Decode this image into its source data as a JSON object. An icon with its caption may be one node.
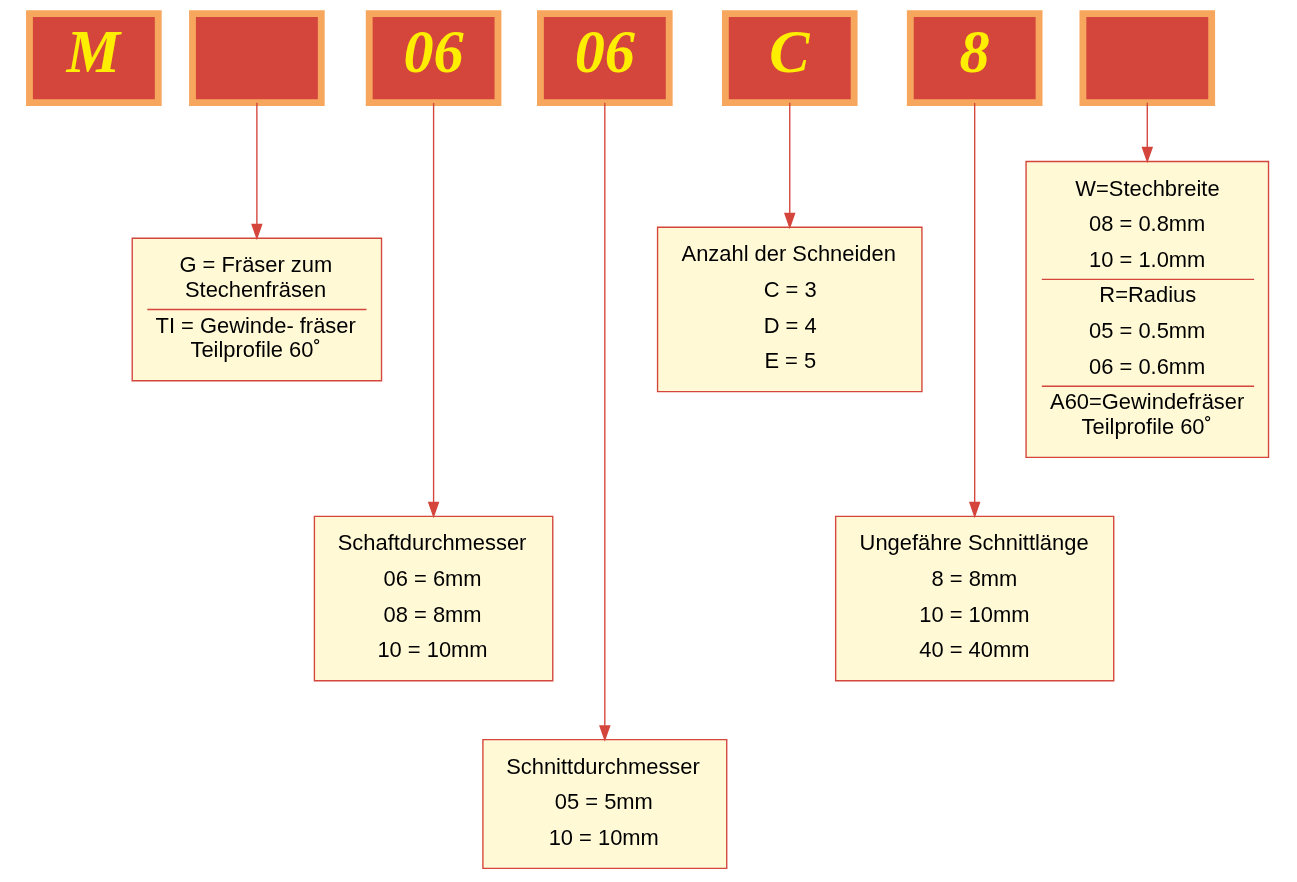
{
  "diagram": {
    "nodes": [
      {
        "text": [
          "M"
        ]
      },
      {
        "text": [],
        "shape": "box"
      },
      {
        "text": [
          "06"
        ]
      },
      {
        "text": [
          "06"
        ]
      },
      {
        "text": [
          "C"
        ]
      },
      {
        "text": [
          "8"
        ]
      },
      {
        "text": [],
        "shape": "box"
      },
      {
        "text": [
          "G = Fräser zum Stechenfräsen",
          "TI = Gewinde- fräser Teilprofile 60˚"
        ]
      },
      {
        "text": [
          "Anzahl der Schneiden",
          "C = 3",
          "D = 4",
          "E = 5"
        ]
      },
      {
        "text": [
          "W=Stechbreite",
          "08 = 0.8mm",
          "10 = 1.0mm",
          "R=Radius",
          "05 = 0.5mm",
          "06 = 0.6mm",
          "A60=Gewindefräser Teilprofile 60˚"
        ]
      },
      {
        "text": [
          "Schaftdurchmesser",
          "06 = 6mm",
          "08 = 8mm",
          "10 = 10mm"
        ]
      },
      {
        "text": [
          "Ungefähre Schnittlänge",
          "8 = 8mm",
          "10 = 10mm",
          "40 = 40mm"
        ]
      },
      {
        "text": [
          "Schnittdurchmesser",
          "05 = 5mm",
          "10 = 10mm"
        ]
      }
    ],
    "edges": [
      {
        "from": 1,
        "to": 7,
        "arrow": "to"
      },
      {
        "from": 2,
        "to": 10,
        "arrow": "to"
      },
      {
        "from": 3,
        "to": 12,
        "arrow": "to"
      },
      {
        "from": 4,
        "to": 8,
        "arrow": "to"
      },
      {
        "from": 5,
        "to": 11,
        "arrow": "to"
      },
      {
        "from": 6,
        "to": 9,
        "arrow": "to"
      }
    ]
  }
}
